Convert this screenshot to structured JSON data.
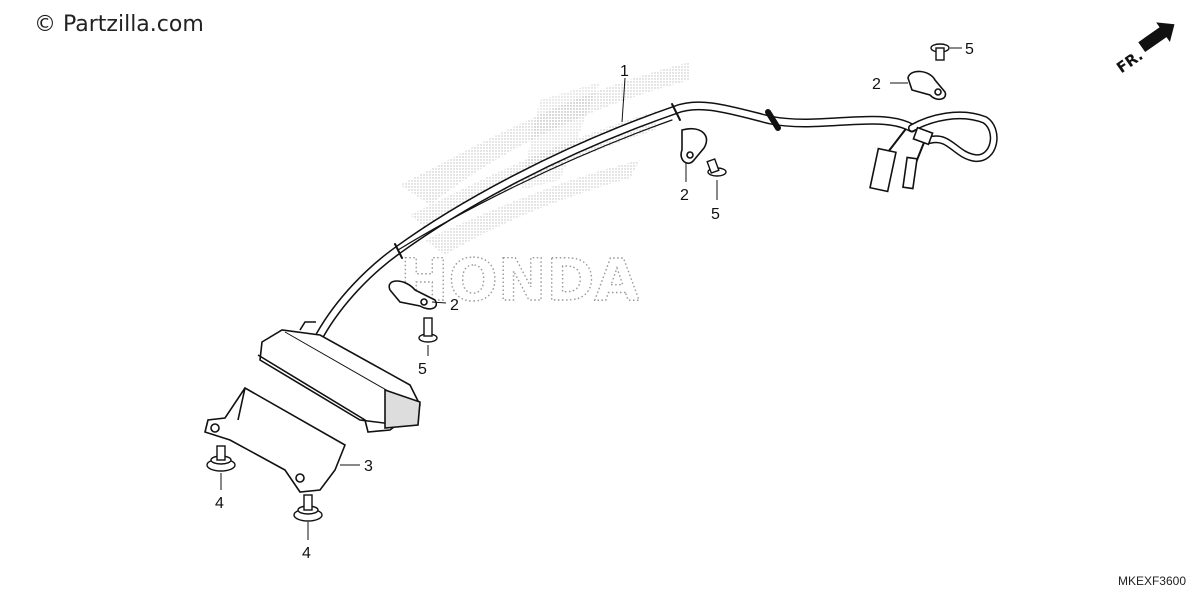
{
  "watermark": {
    "text": "© Partzilla.com"
  },
  "diagram_code": "MKEXF3600",
  "direction_marker": {
    "text": "FR.",
    "icon": "arrow-icon"
  },
  "background_logo": {
    "text": "HONDA"
  },
  "callouts": [
    {
      "id": "c1",
      "text": "1"
    },
    {
      "id": "c2a",
      "text": "2"
    },
    {
      "id": "c2b",
      "text": "2"
    },
    {
      "id": "c2c",
      "text": "2"
    },
    {
      "id": "c3",
      "text": "3"
    },
    {
      "id": "c4a",
      "text": "4"
    },
    {
      "id": "c4b",
      "text": "4"
    },
    {
      "id": "c5a",
      "text": "5"
    },
    {
      "id": "c5b",
      "text": "5"
    },
    {
      "id": "c5c",
      "text": "5"
    }
  ]
}
